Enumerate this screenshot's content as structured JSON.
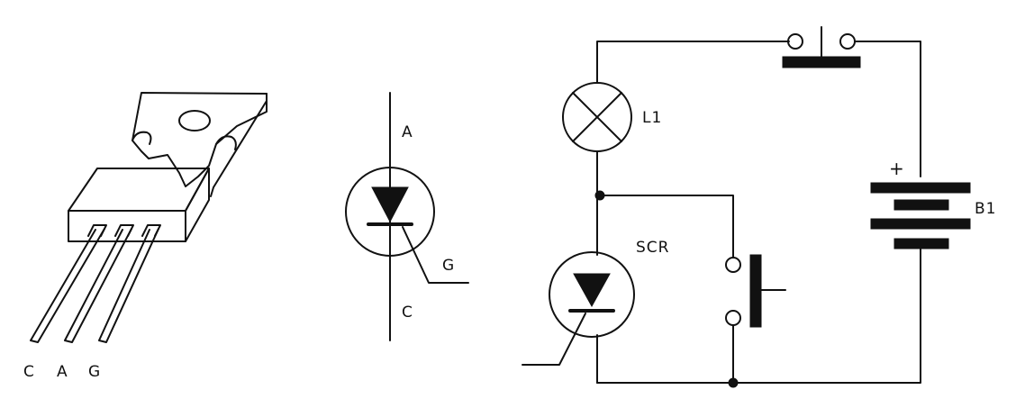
{
  "package": {
    "pins": [
      "C",
      "A",
      "G"
    ]
  },
  "scr_symbol": {
    "anode_label": "A",
    "gate_label": "G",
    "cathode_label": "C"
  },
  "circuit": {
    "lamp_label": "L1",
    "scr_label": "SCR",
    "battery_label": "B1",
    "battery_polarity": "+"
  },
  "colors": {
    "ink": "#111111",
    "paper": "#ffffff"
  }
}
